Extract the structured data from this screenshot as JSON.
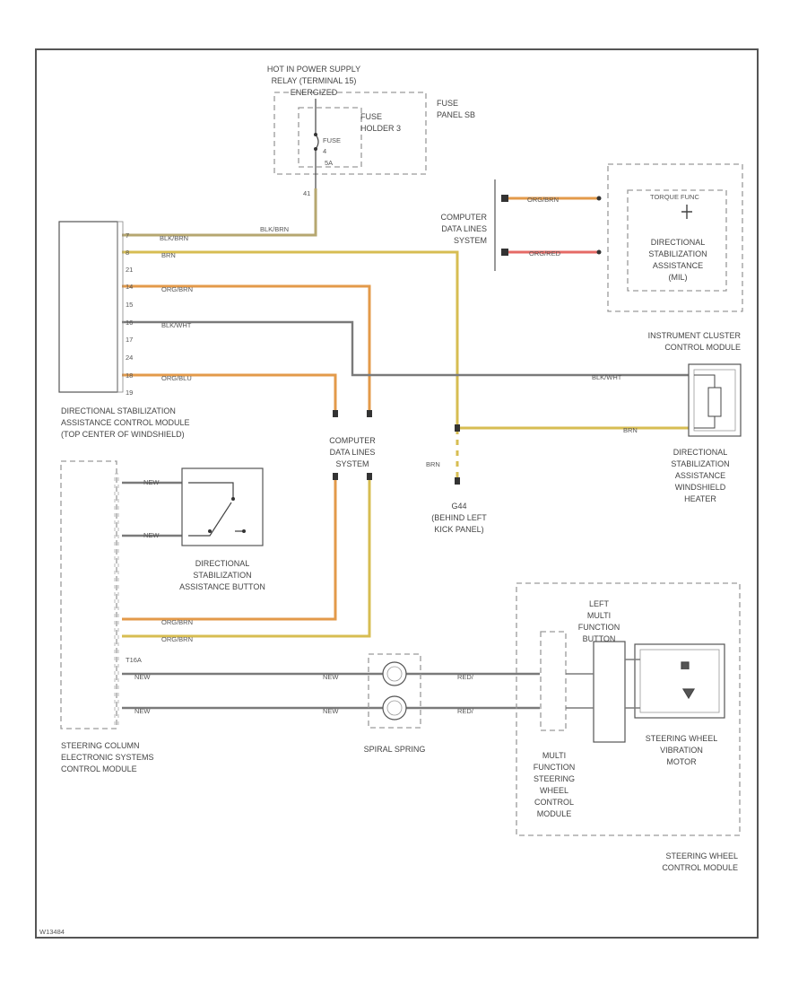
{
  "relay_label": [
    "HOT IN POWER SUPPLY",
    "RELAY (TERMINAL 15)",
    "ENERGIZED"
  ],
  "fuse_panel_label": [
    "FUSE",
    "PANEL SB"
  ],
  "fuse_holder_label": [
    "FUSE",
    "HOLDER 3"
  ],
  "fuse_label": "FUSE",
  "fuse_number": "4",
  "fuse_amp": "5A",
  "wire_from_fuse_pin": "41",
  "dsa_module_label": [
    "DIRECTIONAL STABILIZATION",
    "ASSISTANCE CONTROL MODULE",
    "(TOP CENTER OF WINDSHIELD)"
  ],
  "dsa_pins": [
    "7",
    "8",
    "21",
    "14",
    "15",
    "16",
    "17",
    "24",
    "18",
    "19"
  ],
  "wire_labels": {
    "blk_brn_left": "BLK/BRN",
    "blk_brn_right": "BLK/BRN",
    "brn": "BRN",
    "org_brn": "ORG/BRN",
    "blk_wht": "BLK/WHT",
    "org_blu": "ORG/BLU",
    "org_brn_cluster": "ORG/BRN",
    "org_red_cluster": "ORG/RED",
    "blk_wht_heater": "BLK/WHT",
    "brn_heater": "BRN",
    "brn_ground": "BRN",
    "scm_org_brn_1": "ORG/BRN",
    "scm_org_brn_2": "ORG/BRN",
    "scm_sw_1": "NEW",
    "scm_sw_2": "NEW",
    "bottom_1a": "NEW",
    "bottom_1b": "NEW",
    "bottom_1c": "RED/",
    "bottom_2a": "NEW",
    "bottom_2b": "NEW",
    "bottom_2c": "RED/"
  },
  "can_label_top": [
    "COMPUTER",
    "DATA LINES",
    "SYSTEM"
  ],
  "can_label_mid": [
    "COMPUTER",
    "DATA LINES",
    "SYSTEM"
  ],
  "cluster_inner_label": "TORQUE FUNC",
  "cluster_lamp_label": [
    "DIRECTIONAL",
    "STABILIZATION",
    "ASSISTANCE",
    "(MIL)"
  ],
  "cluster_module_label": [
    "INSTRUMENT CLUSTER",
    "CONTROL MODULE"
  ],
  "heater_label": [
    "DIRECTIONAL",
    "STABILIZATION",
    "ASSISTANCE",
    "WINDSHIELD",
    "HEATER"
  ],
  "ground_label": [
    "G44",
    "(BEHIND LEFT",
    "KICK PANEL)"
  ],
  "button_label": [
    "DIRECTIONAL",
    "STABILIZATION",
    "ASSISTANCE BUTTON"
  ],
  "scm_label": [
    "STEERING COLUMN",
    "ELECTRONIC SYSTEMS",
    "CONTROL MODULE"
  ],
  "connector_label": "T16A",
  "spiral_label": "SPIRAL SPRING",
  "lmf_label": [
    "LEFT",
    "MULTI",
    "FUNCTION",
    "BUTTON"
  ],
  "mfsw_label": [
    "MULTI",
    "FUNCTION",
    "STEERING",
    "WHEEL",
    "CONTROL",
    "MODULE"
  ],
  "vib_label": [
    "STEERING WHEEL",
    "VIBRATION",
    "MOTOR"
  ],
  "swcm_label": [
    "STEERING WHEEL",
    "CONTROL MODULE"
  ],
  "footer_id": "W13484",
  "colors": {
    "brown": "#b6a770",
    "yellow": "#d7bd52",
    "orange": "#e39a4a",
    "red": "#e56a66",
    "gray": "#7a7a7a",
    "frame": "#555555"
  }
}
